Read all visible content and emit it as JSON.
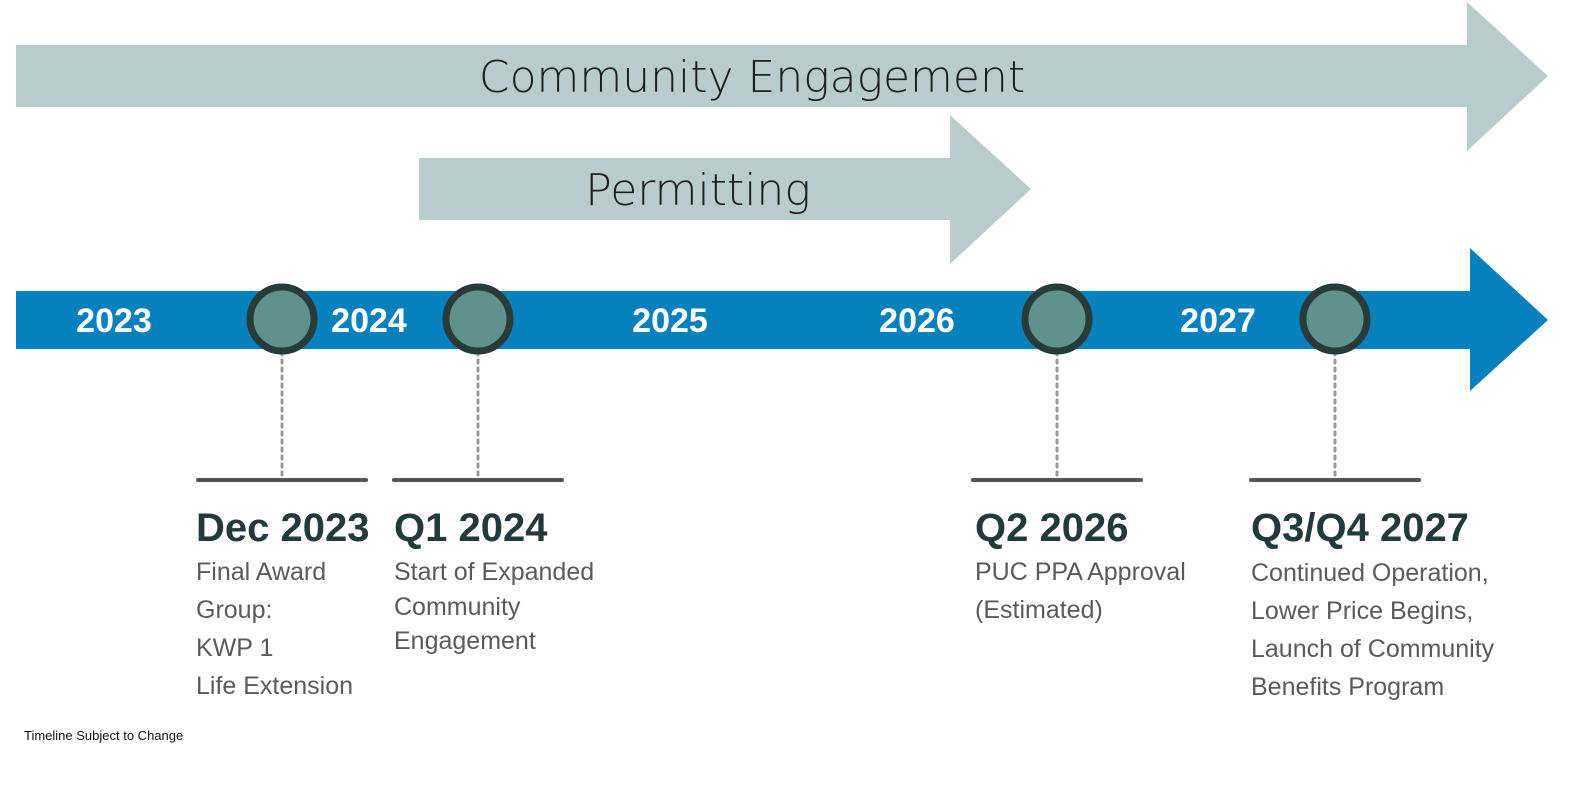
{
  "colors": {
    "band": "#bacbcb",
    "timeline": "#0880bb",
    "marker_fill": "#5f928d",
    "marker_ring": "#273b3a",
    "connector": "#9a9a9a",
    "underline": "#555555"
  },
  "bands": [
    {
      "label": "Community Engagement"
    },
    {
      "label": "Permitting"
    }
  ],
  "timeline": {
    "years": [
      "2023",
      "2024",
      "2025",
      "2026",
      "2027"
    ]
  },
  "milestones": [
    {
      "title": "Dec 2023",
      "lines": [
        "Final Award",
        "Group:",
        "KWP 1",
        "Life Extension"
      ]
    },
    {
      "title": "Q1 2024",
      "lines": [
        "Start of Expanded",
        "Community",
        "Engagement"
      ]
    },
    {
      "title": "Q2 2026",
      "lines": [
        "PUC PPA Approval",
        "(Estimated)"
      ]
    },
    {
      "title": "Q3/Q4 2027",
      "lines": [
        "Continued Operation,",
        "Lower Price Begins,",
        "Launch of Community",
        "Benefits Program"
      ]
    }
  ],
  "footnote": "Timeline Subject to Change"
}
